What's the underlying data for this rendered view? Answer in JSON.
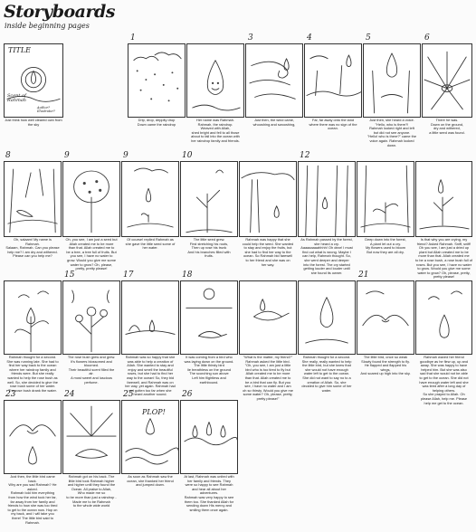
{
  "header": {
    "title": "Storyboards",
    "subtitle": "inside beginning pages"
  },
  "cover": {
    "title": "TITLE",
    "credit": "Scent of Rahmah",
    "note": "Author? Illustrator?",
    "caption": "Just think how well cleared own from the sky"
  },
  "rows": [
    {
      "panels": [
        {
          "num": "1",
          "caption": "Drip, drop, drippity drop\nDown came the raindrop"
        },
        {
          "num": "",
          "caption": "Her name was Rahmah.\nRahmah, the raindrop.\nWeaved with Allah,\nshed bright and fell to all those\nabout to fall into the ocean with\nher raindrop family and friends."
        },
        {
          "num": "3",
          "caption": "Just then, the wind came,\nwhooshing and swooshing,"
        },
        {
          "num": "4",
          "caption": "Far, far away onto the land\nwhere there was no sign of the\nocean."
        },
        {
          "num": "5",
          "caption": "Just then, she heard a voice.\n\"Hello, who is there?!\nRahmah looked right and left\nbut did not see anyone.\n\"Hello! who is there?\" came the\nvoice again. Rahmah looked\ndown."
        },
        {
          "num": "6",
          "caption": "There he was.\nDown on the ground,\ndry and withered,\na little seed was found."
        }
      ]
    },
    {
      "panels": [
        {
          "num": "8",
          "caption": "Oh, salaam! My name is\nRahmah.\nSalaam, Rahmah. Can you please\nhelp me? I am dry and withered.\nPlease can you help me?"
        },
        {
          "num": "9",
          "caption": "Oh, you see, I am just a seed but\nAllah created me to be more\nthan that. Allah created me to\nbe a tree, a tree full of fruits. But\nyou see, I have no water to\ngrow. Would you give me some\nwater to grow? Oh, please,\npretty, pretty please!"
        },
        {
          "num": "9",
          "caption": "Of course! replied Rahmah as\nshe gave the little seed some of\nher water."
        },
        {
          "num": "10",
          "caption": "The little seed grew.\nFirst stretching his roots,\nThen up rose his trunk\nAnd his branches filled with\nfruits."
        },
        {
          "num": "",
          "caption": "Rahmah was happy that she\ncould help the seed. She wanted\nto stay and enjoy the fruits, but\nshe had to find her way to the\nocean. So Rahmah bid farewell\nto her friend and she was on\nher way."
        },
        {
          "num": "12",
          "caption": "As Rahmah passed by the forest,\nshe heard a cry.\nAaaaaaaaahhhh! Oh dear! I must\nfind out what is wrong. Maybe I\ncan help, Rahmah thought. So,\nshe went deeper and deeper\ninto the forest. The cry started\ngetting louder and louder until\nshe found its owner."
        },
        {
          "num": "",
          "caption": "Deep down into the forest,\nA plant let out a cry.\nMy flowers used to bloom\nBut now they are all dry."
        },
        {
          "num": "",
          "caption": "Is that why you are crying, my\nfriend? Asked Rahmah. Sniff, sniff!\nOh you see, I am just a dried up\nplant but Allah created me to be\nmore than that. Allah created me\nto be a rose bush, a rose bush full of\nroses. But you see, I have no water\nto grow. Would you give me some\nwater to grow? Oh, please, pretty,\npretty please!"
        }
      ]
    },
    {
      "panels": [
        {
          "num": "",
          "caption": "Rahmah thought for a second.\nShe was running late. She had to\nfind her way back to the ocean\nwhere her raindrop family and\nfriends were. But she really\nwanted to help the rose bush as\nwell. So, she decided to give the\nrose bush some of her water.\nThe rose bush drank the water."
        },
        {
          "num": "15",
          "caption": "The rose bush grew and grew.\nIt's flowers blossomed and\nbloomed.\nTheir beautiful scent filled the\nair.\nA most sweet and luscious\nperfume."
        },
        {
          "num": "17",
          "caption": "Rahmah was so happy that she\nwas able to help a creation of\nAllah. She wanted to stay and\nenjoy and smell the beautiful\nroses, but she had to find her\nway to the ocean! So, they bid\nfarewell, and Rahmah was on\nher way, yet again. Rahmah had\nnot gotten too far when she\nheard another sound."
        },
        {
          "num": "18",
          "caption": "It was coming from a bird who\nwas laying down on the ground.\nThe little thirsty bird\nlie breathless on the ground\nThe scorching sun above\nLeft him flightless and\nearthbound."
        },
        {
          "num": "",
          "caption": "\"What is the matter, my friend?\"\nRahmah asked the little bird.\n\"Oh, you see, I am just a little\nbird who is too tired to fly but\nAllah created me to be more\nthan that. Allah created me to\nbe a bird that can fly. But you\nsee, I have no water and I am\noh so thirsty. Would you give me\nsome water? Oh, please, pretty,\npretty please!\""
        },
        {
          "num": "",
          "caption": "Rahmah thought for a second.\nShe really, really wanted to help\nthe little bird, but she knew that\nshe would not have enough\nwater left to get to the ocean.\nShe did not want to say no to a\ncreation of Allah. So, she\ndecided to give him some of her\nwater."
        },
        {
          "num": "21",
          "caption": "The little bird, once so weak\nSlowly found the strength to fly.\nHe flapped and flapped his\nwings,\nAnd soared up high into the sky."
        },
        {
          "num": "",
          "caption": "Rahmah waved her friend\ngoodbye as he flew up, up and\naway. She was happy to have\nhelped him. But she was also\nsad that she would not be able\nto get to the ocean. She did not\nhave enough water left and she\nwas tired after a long day of\nhelping others.\nSo she prayed to Allah. Oh\nplease Allah, help me. Please\nhelp me get to the ocean."
        }
      ]
    },
    {
      "panels": [
        {
          "num": "23",
          "caption": "Just then, the little bird came\nback.\nWhy are you sad Rahmah? He\nasked.\nRahmah told him everything\nfrom how the wind took her far,\nfar away from her family and\nfriends to how she was too tired\nto get to the ocean now. Hop on\nmy back, and I will take you\nthere! The little bird said to\nRahmah."
        },
        {
          "num": "24",
          "caption": "Rahmah got on his back. The\nlittle bird took Rahmah higher\nand higher until they found the\nOcean. All praise to Allah,\nWho made me so\nto be more than just a raindrop -\nMade me to be Rahmah\nto the whole wide world"
        },
        {
          "num": "25",
          "caption": "As soon as Rahmah saw the\nocean, she thanked her friend\nand jumped down."
        },
        {
          "num": "26",
          "caption": "At last, Rahmah was united with\nher family and friends. They\nwere so happy to see Rahmah\nand hear all about her\nadventures.\nRahmah was very happy to see\nthem too. She thanked Allah for\nsending down His mercy and\nsmiling them once again."
        }
      ]
    }
  ]
}
